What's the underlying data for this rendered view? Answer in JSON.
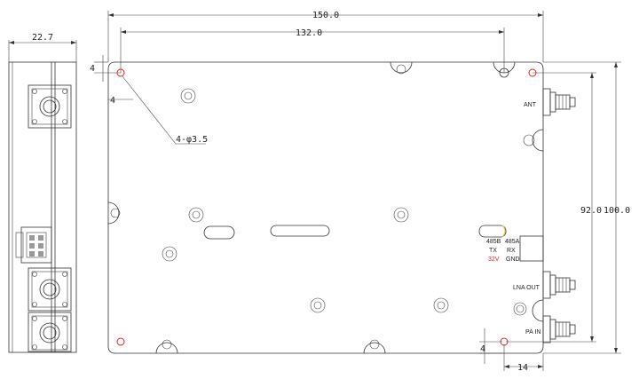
{
  "dimensions": {
    "side_width": "22.7",
    "overall_width": "150.0",
    "hole_spacing_x": "132.0",
    "hole_spacing_y": "92.0",
    "overall_height": "100.0",
    "hole_spec": "4-φ3.5",
    "edge_offset_top": "4",
    "edge_offset_left": "4",
    "bottom_offset": "4",
    "bottom_spacing": "14"
  },
  "labels": {
    "ant": "ANT",
    "lna_out": "LNA OUT",
    "pa_in": "PA IN"
  },
  "terminal": {
    "row1": [
      "485B",
      "485A"
    ],
    "row2": [
      "TX",
      "RX"
    ],
    "row3_v": "32V",
    "row3_gnd": "GND"
  },
  "colors": {
    "line": "#333333",
    "mounting_hole": "#e02020",
    "connector_highlight": "#f0d040",
    "voltage_text": "#e02020"
  }
}
